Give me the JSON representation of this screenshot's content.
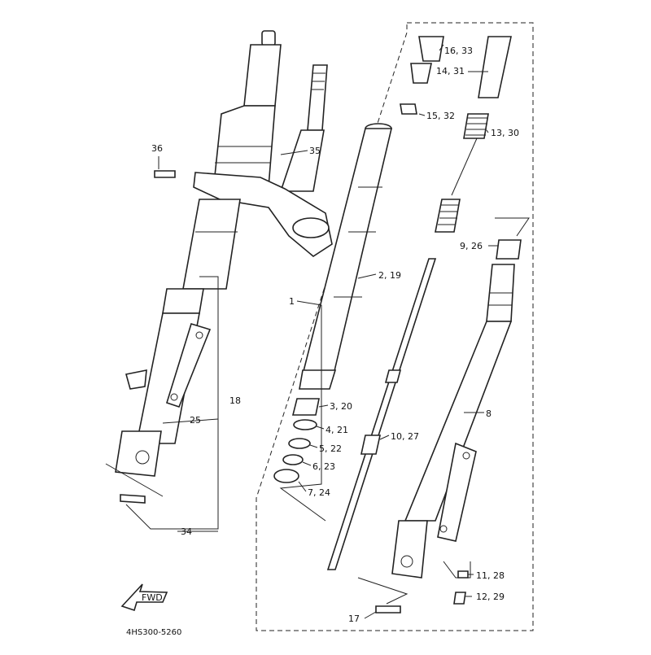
{
  "diagram": {
    "code": "4HS300-5260",
    "fwd_label": "FWD",
    "callouts": {
      "c36": "36",
      "c35": "35",
      "c18": "18",
      "c25": "25",
      "c34": "34",
      "c1": "1",
      "c2_19": "2, 19",
      "c3_20": "3, 20",
      "c4_21": "4, 21",
      "c5_22": "5, 22",
      "c6_23": "6, 23",
      "c7_24": "7, 24",
      "c10_27": "10, 27",
      "c16_33": "16, 33",
      "c14_31": "14, 31",
      "c15_32": "15, 32",
      "c13_30": "13, 30",
      "c9_26": "9, 26",
      "c8": "8",
      "c11_28": "11, 28",
      "c12_29": "12, 29",
      "c17": "17"
    }
  }
}
